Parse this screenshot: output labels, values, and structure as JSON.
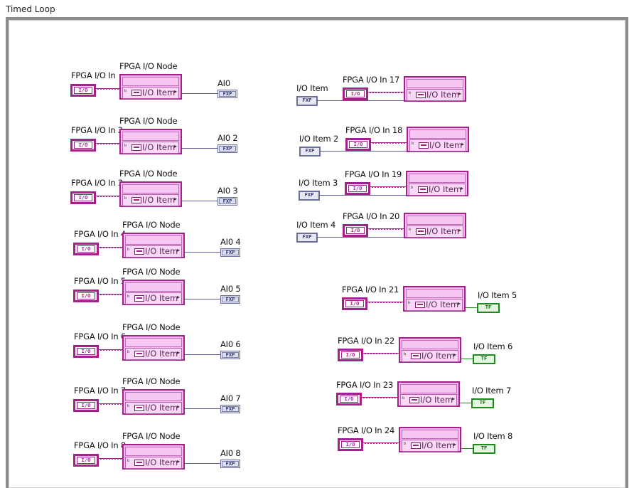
{
  "loop": {
    "title": "Timed Loop"
  },
  "left_column": [
    {
      "const_label": "FPGA I/O In",
      "node_label": "FPGA I/O Node",
      "node_item": "I/O Item",
      "output_label": "AI0",
      "const_text": "I/O",
      "out_text": "FXP"
    },
    {
      "const_label": "FPGA I/O In 2",
      "node_label": "FPGA I/O Node",
      "node_item": "I/O Item",
      "output_label": "AI0 2",
      "const_text": "I/O",
      "out_text": "FXP"
    },
    {
      "const_label": "FPGA I/O In 3",
      "node_label": "FPGA I/O Node",
      "node_item": "I/O Item",
      "output_label": "AI0 3",
      "const_text": "I/O",
      "out_text": "FXP"
    },
    {
      "const_label": "FPGA I/O In 4",
      "node_label": "FPGA I/O Node",
      "node_item": "I/O Item",
      "output_label": "AI0 4",
      "const_text": "I/O",
      "out_text": "FXP"
    },
    {
      "const_label": "FPGA I/O In 5",
      "node_label": "FPGA I/O Node",
      "node_item": "I/O Item",
      "output_label": "AI0 5",
      "const_text": "I/O",
      "out_text": "FXP"
    },
    {
      "const_label": "FPGA I/O In 6",
      "node_label": "FPGA I/O Node",
      "node_item": "I/O Item",
      "output_label": "AI0 6",
      "const_text": "I/O",
      "out_text": "FXP"
    },
    {
      "const_label": "FPGA I/O In 7",
      "node_label": "FPGA I/O Node",
      "node_item": "I/O Item",
      "output_label": "AI0 7",
      "const_text": "I/O",
      "out_text": "FXP"
    },
    {
      "const_label": "FPGA I/O In 8",
      "node_label": "FPGA I/O Node",
      "node_item": "I/O Item",
      "output_label": "AI0 8",
      "const_text": "I/O",
      "out_text": "FXP"
    }
  ],
  "right_write": [
    {
      "const_label": "FPGA I/O In 17",
      "input_label": "I/O Item",
      "node_item": "I/O Item",
      "const_text": "I/O",
      "in_text": "FXP"
    },
    {
      "const_label": "FPGA I/O In 18",
      "input_label": "I/O Item 2",
      "node_item": "I/O Item",
      "const_text": "I/O",
      "in_text": "FXP"
    },
    {
      "const_label": "FPGA I/O In 19",
      "input_label": "I/O Item 3",
      "node_item": "I/O Item",
      "const_text": "I/O",
      "in_text": "FXP"
    },
    {
      "const_label": "FPGA I/O In 20",
      "input_label": "I/O Item 4",
      "node_item": "I/O Item",
      "const_text": "I/O",
      "in_text": "FXP"
    }
  ],
  "right_read": [
    {
      "const_label": "FPGA I/O In 21",
      "node_item": "I/O Item",
      "output_label": "I/O Item 5",
      "const_text": "I/O",
      "out_text": "TF"
    },
    {
      "const_label": "FPGA I/O In 22",
      "node_item": "I/O Item",
      "output_label": "I/O Item 6",
      "const_text": "I/O",
      "out_text": "TF"
    },
    {
      "const_label": "FPGA I/O In 23",
      "node_item": "I/O Item",
      "output_label": "I/O Item 7",
      "const_text": "I/O",
      "out_text": "TF"
    },
    {
      "const_label": "FPGA I/O In 24",
      "node_item": "I/O Item",
      "output_label": "I/O Item 8",
      "const_text": "I/O",
      "out_text": "TF"
    }
  ],
  "colors": {
    "node_fill": "#f5b8f1",
    "node_border": "#a3228a",
    "fxp_border": "#6b6f98",
    "bool_border": "#1f8a1f"
  }
}
